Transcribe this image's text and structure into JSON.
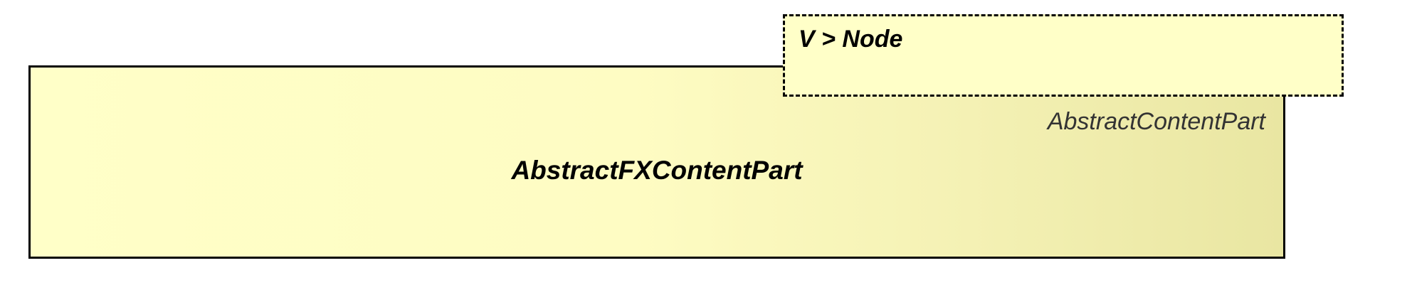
{
  "diagram": {
    "class_name": "AbstractFXContentPart",
    "template_parameter": "V > Node",
    "superclass_label": "AbstractContentPart",
    "colors": {
      "fill_light": "#ffffc8",
      "fill_dark": "#e9e6a2",
      "border": "#000000"
    }
  }
}
